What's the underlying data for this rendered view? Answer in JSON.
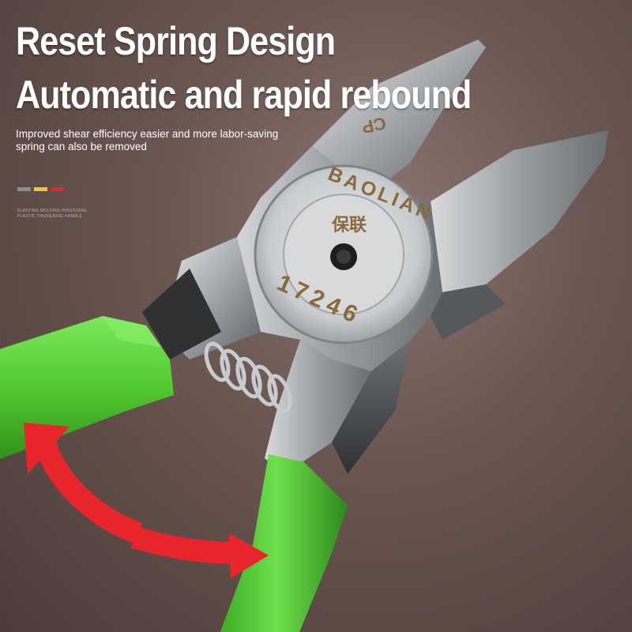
{
  "headline": {
    "line1": "Reset Spring Design",
    "line2": "Automatic and rapid rebound"
  },
  "subtitle": "Improved shear efficiency easier and more labor-saving spring can also be removed",
  "fine_print": {
    "line1": "BLASTING MOLDING INDUSTRIAL",
    "line2": "PLASTIC THICKENING HANDLE"
  },
  "product": {
    "brand": "BAOLIAN",
    "brand_cn": "保联",
    "model": "17246",
    "mark": "CP"
  },
  "colors": {
    "handle": "#5fd23a",
    "arrow": "#e8252b",
    "steel": "#b9bcbf",
    "engraving": "#8a6a3c",
    "dash_colors": [
      "#8d8d8d",
      "#f4c430",
      "#d92b2b"
    ]
  },
  "icons": [
    "swap-arrows-icon",
    "dash-indicator"
  ]
}
